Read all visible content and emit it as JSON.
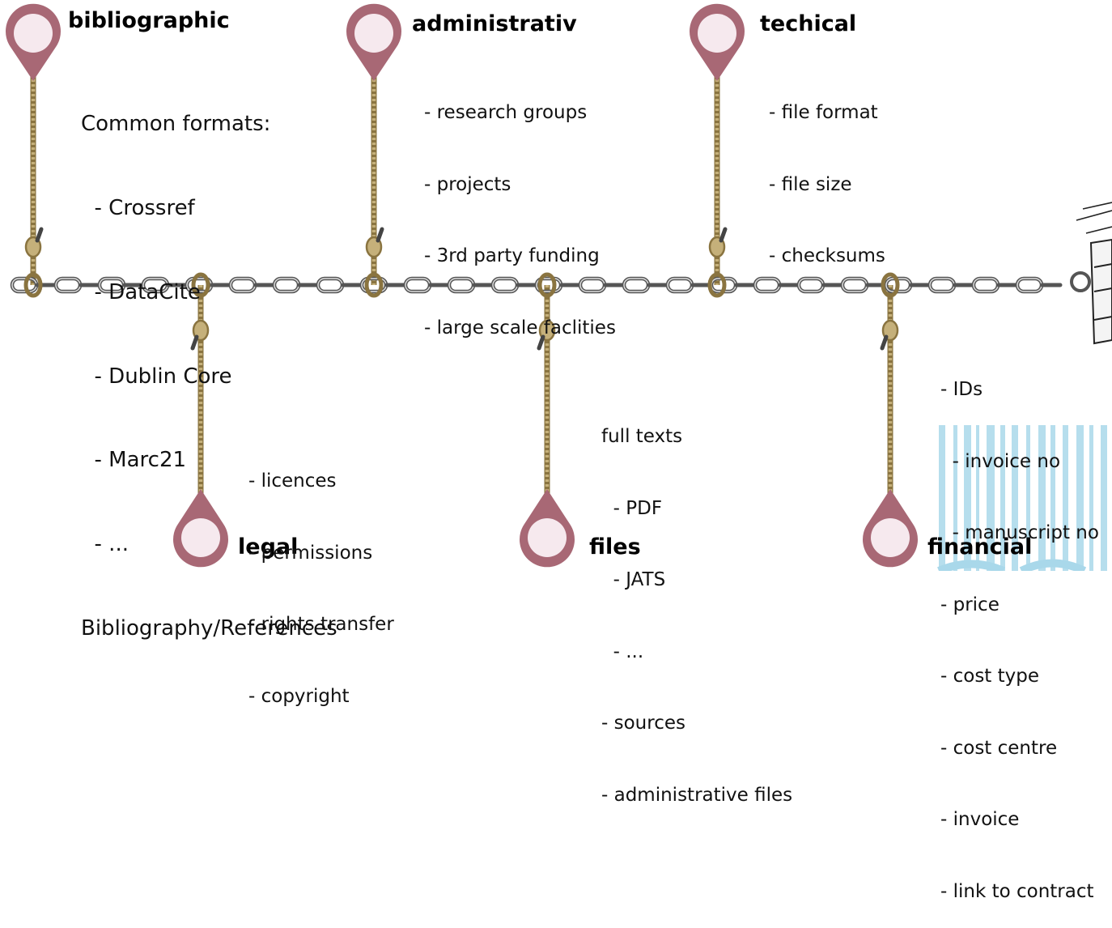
{
  "colors": {
    "pin": "#a86875",
    "pin_inner": "#f6e9ee",
    "rope": "#c5b07a",
    "rope_dark": "#8a7440",
    "chain": "#555555",
    "stripes": "#a9d8ea"
  },
  "categories": [
    {
      "key": "bibliographic",
      "title": "bibliographic",
      "items": [
        "Common formats:",
        "  - Crossref",
        "  - DataCite",
        "  - Dublin Core",
        "  - Marc21",
        "  - ...",
        "Bibliography/References"
      ]
    },
    {
      "key": "administrativ",
      "title": "administrativ",
      "items": [
        "- research groups",
        "- projects",
        "- 3rd party funding",
        "- large scale faclities"
      ]
    },
    {
      "key": "techical",
      "title": "techical",
      "items": [
        "- file format",
        "- file size",
        "- checksums"
      ]
    },
    {
      "key": "legal",
      "title": "legal",
      "items": [
        "- licences",
        "- permissions",
        "- rights transfer",
        "- copyright"
      ]
    },
    {
      "key": "files",
      "title": "files",
      "items": [
        "full texts",
        "  - PDF",
        "  - JATS",
        "  - ...",
        "- sources",
        "- administrative files"
      ]
    },
    {
      "key": "financial",
      "title": "financial",
      "items": [
        "- IDs",
        "  - invoice no",
        "  - manuscript no",
        "- price",
        "- cost type",
        "- cost centre",
        "- invoice",
        "- link to contract"
      ]
    }
  ]
}
